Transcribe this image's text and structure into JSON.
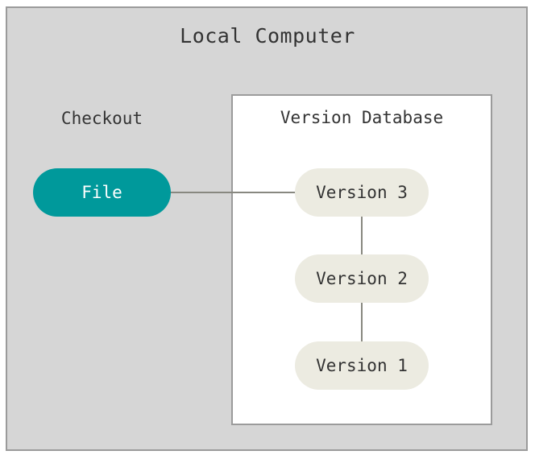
{
  "diagram": {
    "type": "local-version-control-diagram",
    "outer_container": {
      "title": "Local Computer",
      "bg_color": "#d6d6d6",
      "border_color": "#9b9b9b"
    },
    "inner_container": {
      "title": "Version Database",
      "bg_color": "#ffffff",
      "border_color": "#9b9b9b"
    },
    "labels": {
      "checkout": "Checkout"
    },
    "nodes": {
      "file": {
        "label": "File",
        "fill": "#00999b",
        "text_color": "#ffffff"
      },
      "version3": {
        "label": "Version 3",
        "fill": "#ecebe1",
        "text_color": "#333333"
      },
      "version2": {
        "label": "Version 2",
        "fill": "#ecebe1",
        "text_color": "#333333"
      },
      "version1": {
        "label": "Version 1",
        "fill": "#ecebe1",
        "text_color": "#333333"
      }
    },
    "edges": [
      {
        "from": "file",
        "to": "version3",
        "orientation": "horizontal",
        "color": "#888880"
      },
      {
        "from": "version3",
        "to": "version2",
        "orientation": "vertical",
        "color": "#888880"
      },
      {
        "from": "version2",
        "to": "version1",
        "orientation": "vertical",
        "color": "#888880"
      }
    ]
  }
}
